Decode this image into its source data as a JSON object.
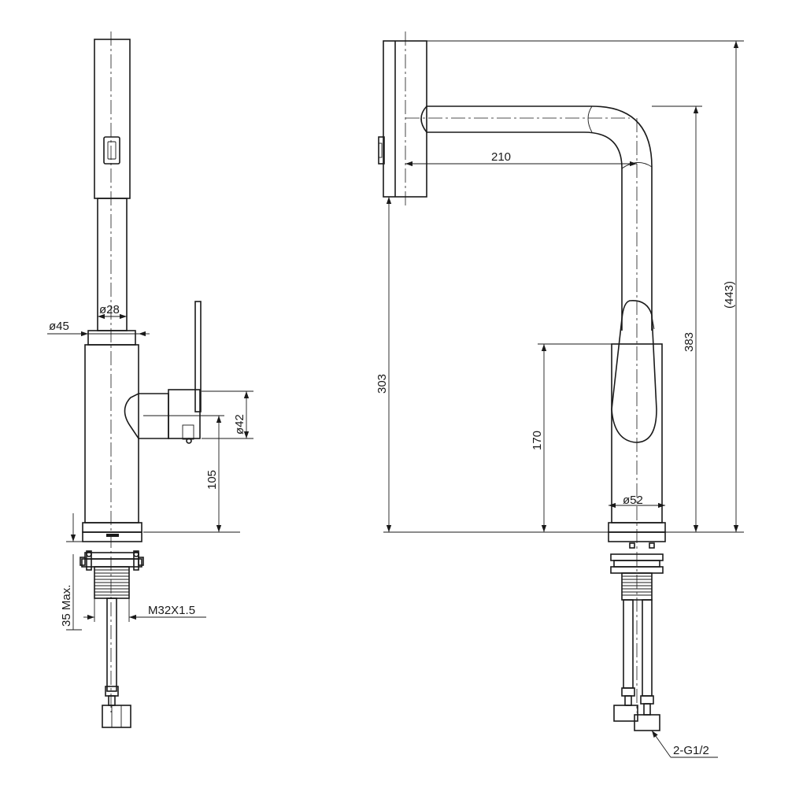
{
  "side_view": {
    "dim_d45": "ø45",
    "dim_d28": "ø28",
    "dim_d42": "ø42",
    "dim_105": "105",
    "dim_35max": "35 Max.",
    "dim_thread": "M32X1.5"
  },
  "front_view": {
    "dim_210": "210",
    "dim_303": "303",
    "dim_170": "170",
    "dim_383": "383",
    "dim_443": "(443)",
    "dim_d52": "ø52",
    "dim_g12": "2-G1/2"
  }
}
